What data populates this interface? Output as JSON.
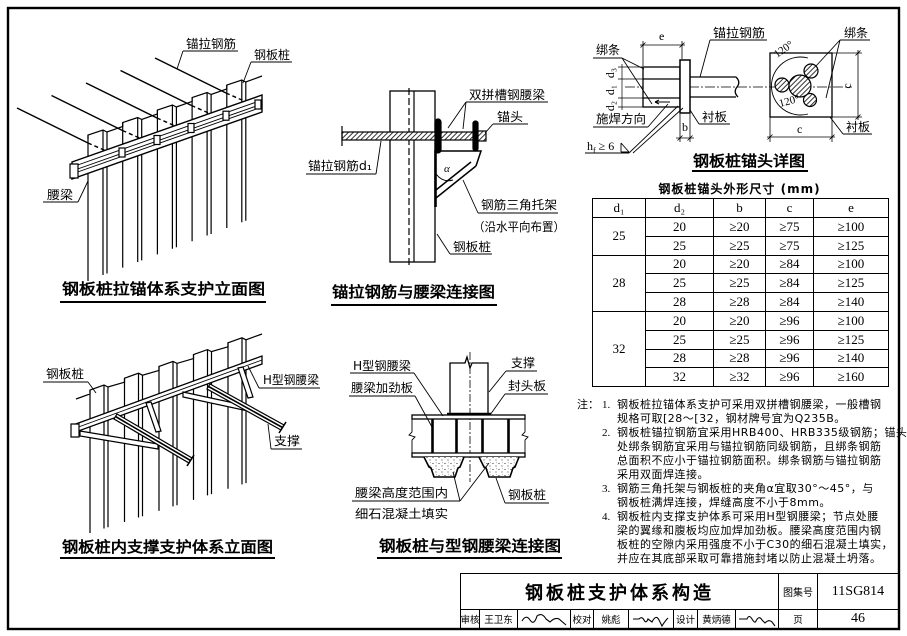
{
  "tieback_elevation": {
    "title": "钢板桩拉锚体系支护立面图",
    "label_tie_rod": "锚拉钢筋",
    "label_sheet_pile": "钢板桩",
    "label_waler": "腰梁"
  },
  "rod_waler_connection": {
    "title": "锚拉钢筋与腰梁连接图",
    "label_waler": "双拼槽钢腰梁",
    "label_anchor_head": "锚头",
    "label_tie_rod": "锚拉钢筋d₁",
    "label_bracket": "钢筋三角托架",
    "label_bracket_note": "（沿水平向布置）",
    "label_sheet_pile": "钢板桩",
    "angle_symbol": "α"
  },
  "anchor_head_detail": {
    "title": "钢板桩锚头详图",
    "label_tie_rod": "锚拉钢筋",
    "label_binding_bar_left": "绑条",
    "label_binding_bar_right": "绑条",
    "label_weld_direction": "施焊方向",
    "label_backing_plate_left": "衬板",
    "label_backing_plate_right": "衬板",
    "weld_size": {
      "symbol": "h",
      "subscript": "f",
      "value": " ≥ 6"
    },
    "dim_e": "e",
    "dim_b": "b",
    "dim_c_bottom": "c",
    "dim_c_right": "c",
    "dim_d3": "d₃",
    "dim_d1": "d₁",
    "dim_d2": "d₂",
    "angle_top": "120°",
    "angle_mid": "120°"
  },
  "anchor_table": {
    "title": "钢板桩锚头外形尺寸 (mm)",
    "headers": [
      "d₁",
      "d₂",
      "b",
      "c",
      "e"
    ],
    "groups": [
      {
        "d1": "25",
        "rows": [
          {
            "d2": "20",
            "b": "≥20",
            "c": "≥75",
            "e": "≥100"
          },
          {
            "d2": "25",
            "b": "≥25",
            "c": "≥75",
            "e": "≥125"
          }
        ]
      },
      {
        "d1": "28",
        "rows": [
          {
            "d2": "20",
            "b": "≥20",
            "c": "≥84",
            "e": "≥100"
          },
          {
            "d2": "25",
            "b": "≥25",
            "c": "≥84",
            "e": "≥125"
          },
          {
            "d2": "28",
            "b": "≥28",
            "c": "≥84",
            "e": "≥140"
          }
        ]
      },
      {
        "d1": "32",
        "rows": [
          {
            "d2": "20",
            "b": "≥20",
            "c": "≥96",
            "e": "≥100"
          },
          {
            "d2": "25",
            "b": "≥25",
            "c": "≥96",
            "e": "≥125"
          },
          {
            "d2": "28",
            "b": "≥28",
            "c": "≥96",
            "e": "≥140"
          },
          {
            "d2": "32",
            "b": "≥32",
            "c": "≥96",
            "e": "≥160"
          }
        ]
      }
    ]
  },
  "strut_elevation": {
    "title": "钢板桩内支撑支护体系立面图",
    "label_sheet_pile": "钢板桩",
    "label_waler": "H型钢腰梁",
    "label_strut": "支撑"
  },
  "h_waler_connection": {
    "title": "钢板桩与型钢腰梁连接图",
    "label_waler": "H型钢腰梁",
    "label_stiffener": "腰梁加劲板",
    "label_strut": "支撑",
    "label_end_plate": "封头板",
    "label_fill_1": "腰梁高度范围内",
    "label_fill_2": "细石混凝土填实",
    "label_sheet_pile": "钢板桩"
  },
  "notes": {
    "label": "注：",
    "items": [
      {
        "num": "1.",
        "lines": [
          "钢板桩拉锚体系支护可采用双拼槽钢腰梁，一般槽钢",
          "规格可取[28～[32，钢材牌号宜为Q235B。"
        ]
      },
      {
        "num": "2.",
        "lines": [
          "钢板桩锚拉钢筋宜采用HRB400、HRB335级钢筋；锚头",
          "处绑条钢筋宜采用与锚拉钢筋同级钢筋，且绑条钢筋",
          "总面积不应小于锚拉钢筋面积。绑条钢筋与锚拉钢筋",
          "采用双面焊连接。"
        ]
      },
      {
        "num": "3.",
        "lines": [
          "钢筋三角托架与钢板桩的夹角α宜取30°～45°，与",
          "钢板桩满焊连接，焊缝高度不小于8mm。"
        ]
      },
      {
        "num": "4.",
        "lines": [
          "钢板桩内支撑支护体系可采用H型钢腰梁；节点处腰",
          "梁的翼缘和腹板均应加焊加劲板。腰梁高度范围内钢",
          "板桩的空隙内采用强度不小于C30的细石混凝土填实，",
          "并应在其底部采取可靠措施封堵以防止混凝土坍落。"
        ]
      }
    ]
  },
  "title_block": {
    "title": "钢板桩支护体系构造",
    "atlas_label": "图集号",
    "atlas_number": "11SG814",
    "review_label": "审核",
    "reviewer": "王卫东",
    "check_label": "校对",
    "checker": "姚彪",
    "design_label": "设计",
    "designer": "黄炳德",
    "page_label": "页",
    "page_number": "46"
  }
}
